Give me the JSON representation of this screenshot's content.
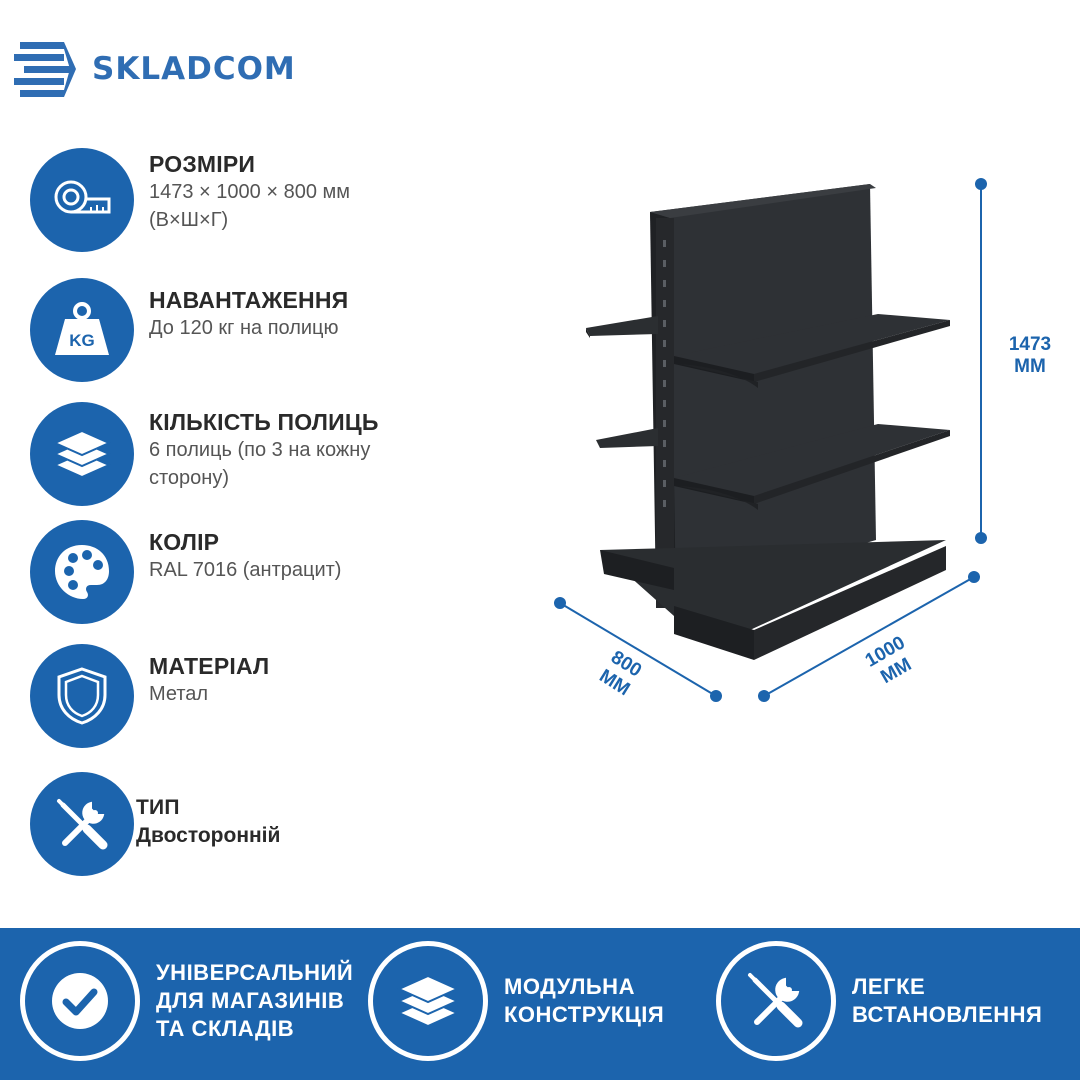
{
  "brand": {
    "name": "SKLADCOM",
    "color": "#2f6db3"
  },
  "colors": {
    "accent": "#1c64ad",
    "product": "#2b2e31"
  },
  "specs": [
    {
      "icon": "tape-measure-icon",
      "title": "РОЗМІРИ",
      "value": "1473 × 1000 × 800 мм (В×Ш×Г)"
    },
    {
      "icon": "weight-kg-icon",
      "title": "НАВАНТАЖЕННЯ",
      "value": "До 120 кг на полицю"
    },
    {
      "icon": "layers-icon",
      "title": "КІЛЬКІСТЬ ПОЛИЦЬ",
      "value": "6 полиць (по 3 на кожну сторону)"
    },
    {
      "icon": "palette-icon",
      "title": "КОЛІР",
      "value": "RAL 7016 (антрацит)"
    },
    {
      "icon": "shield-icon",
      "title": "МАТЕРІАЛ",
      "value": "Метал"
    },
    {
      "icon": "tools-icon",
      "title": "ТИП",
      "value": "Двосторонній"
    }
  ],
  "dimensions": {
    "height": "1473\nММ",
    "width": "1000\nММ",
    "depth": "800\nММ"
  },
  "features": [
    {
      "icon": "check-icon",
      "label": "УНІВЕРСАЛЬНИЙ\nДЛЯ МАГАЗИНІВ\nТА СКЛАДІВ"
    },
    {
      "icon": "layers-icon",
      "label": "МОДУЛЬНА\nКОНСТРУКЦІЯ"
    },
    {
      "icon": "tools-icon",
      "label": "ЛЕГКЕ\nВСТАНОВЛЕННЯ"
    }
  ]
}
